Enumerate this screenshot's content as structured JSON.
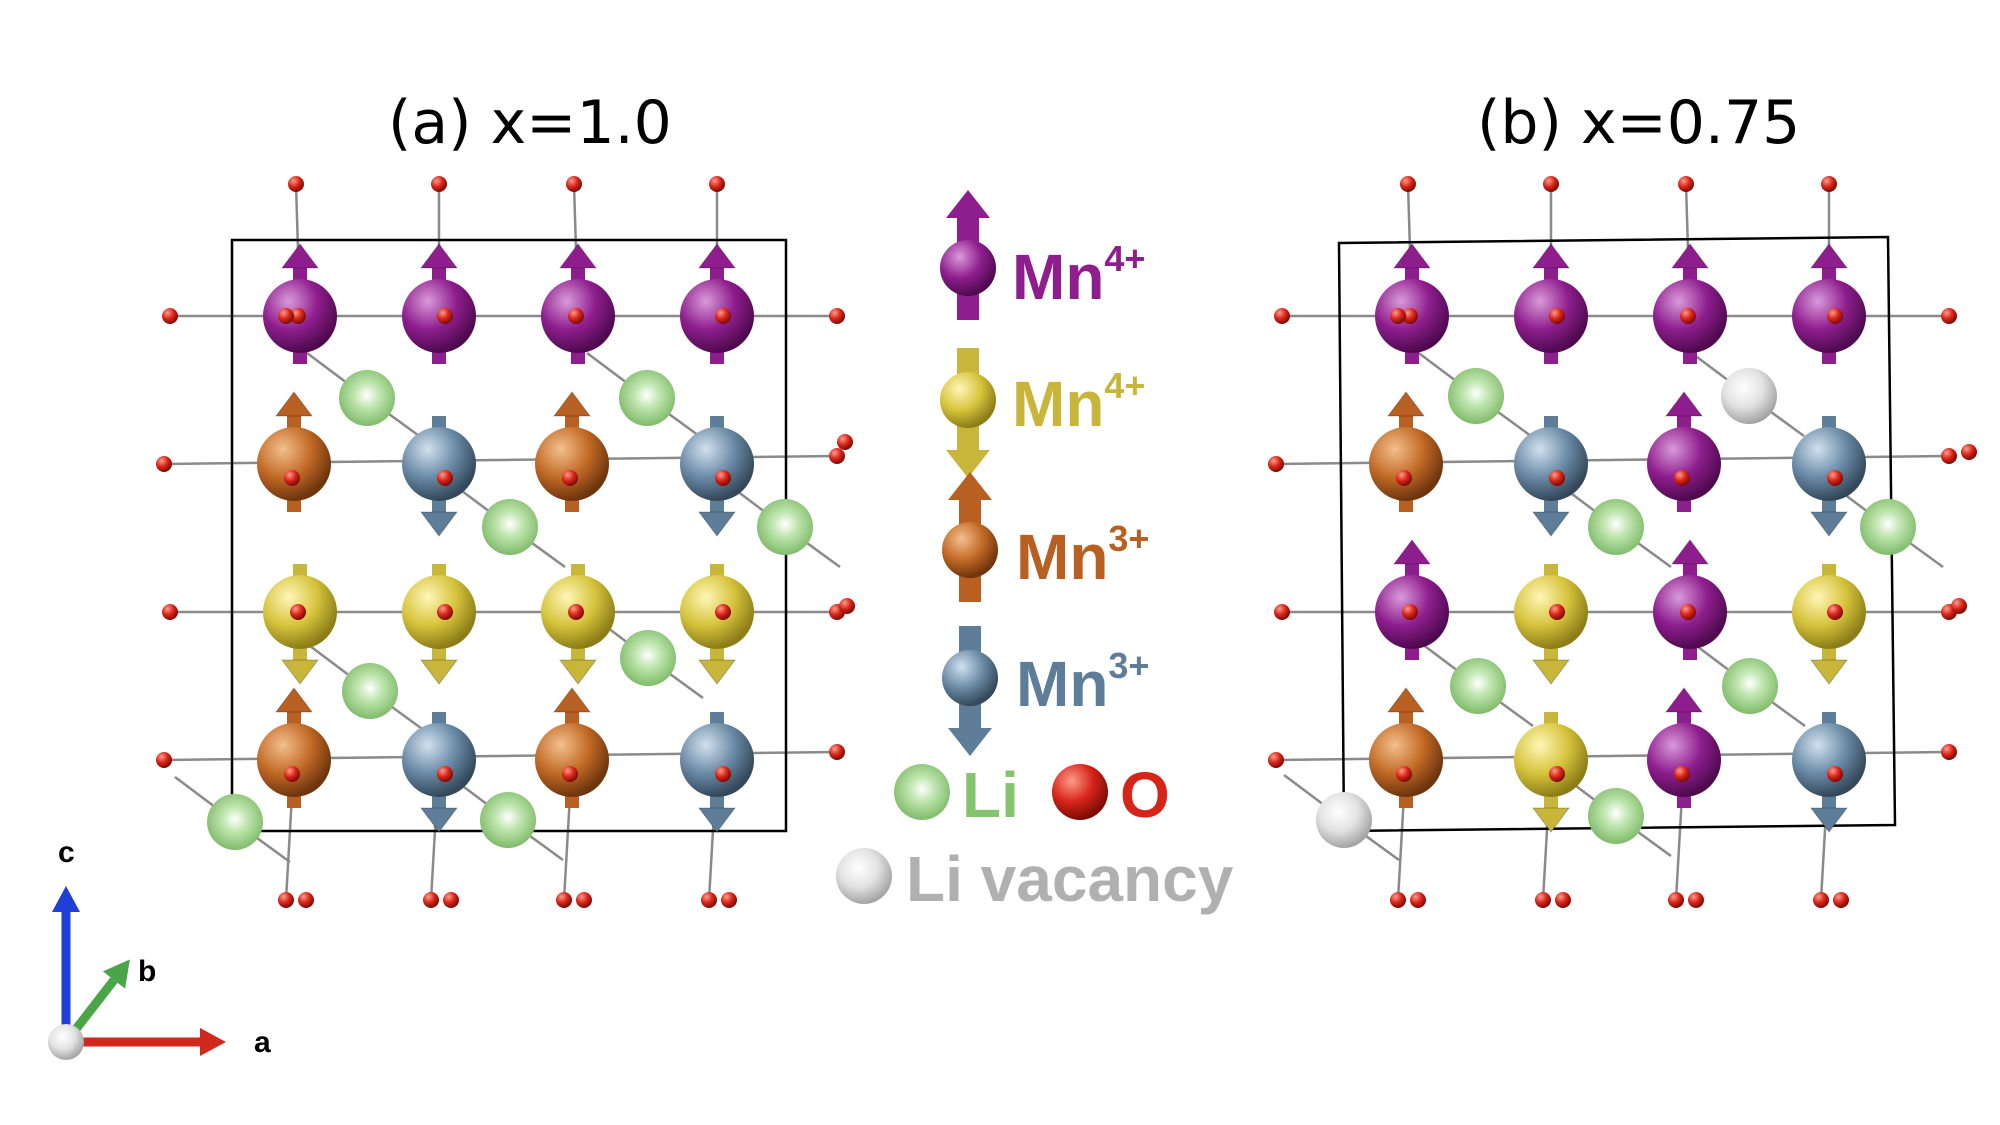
{
  "panels": {
    "a": {
      "title": "(a) x=1.0"
    },
    "b": {
      "title": "(b) x=0.75"
    }
  },
  "legend": {
    "mn4_up": {
      "element": "Mn",
      "charge": "4+",
      "spin": "up",
      "color": "#8e1e8e"
    },
    "mn4_down": {
      "element": "Mn",
      "charge": "4+",
      "spin": "down",
      "color": "#c8b63a"
    },
    "mn3_up": {
      "element": "Mn",
      "charge": "3+",
      "spin": "up",
      "color": "#b85f22"
    },
    "mn3_down": {
      "element": "Mn",
      "charge": "3+",
      "spin": "down",
      "color": "#5e7d98"
    },
    "li": {
      "label": "Li",
      "color": "#84c46e"
    },
    "o": {
      "label": "O",
      "color": "#d62418"
    },
    "vacancy": {
      "label": "Li vacancy",
      "color": "#b0b0b0"
    }
  },
  "axes": {
    "a": "a",
    "b": "b",
    "c": "c"
  },
  "structures": {
    "a": [
      [
        "mn4_up",
        "mn4_up",
        "mn4_up",
        "mn4_up"
      ],
      [
        "mn3_up",
        "mn3_down",
        "mn3_up",
        "mn3_down"
      ],
      [
        "mn4_down",
        "mn4_down",
        "mn4_down",
        "mn4_down"
      ],
      [
        "mn3_up",
        "mn3_down",
        "mn3_up",
        "mn3_down"
      ]
    ],
    "b": [
      [
        "mn4_up",
        "mn4_up",
        "mn4_up",
        "mn4_up"
      ],
      [
        "mn3_up",
        "mn3_down",
        "mn4_up",
        "mn3_down"
      ],
      [
        "mn4_up",
        "mn4_down",
        "mn4_up",
        "mn4_down"
      ],
      [
        "mn3_up",
        "mn4_down",
        "mn4_up",
        "mn3_down"
      ]
    ]
  },
  "li_sites": {
    "a": [
      "li",
      "li",
      "li",
      "li",
      "li",
      "li",
      "li",
      "li"
    ],
    "b": [
      "li",
      "li",
      "vacancy",
      "li",
      "li",
      "li",
      "li",
      "vacancy"
    ]
  }
}
